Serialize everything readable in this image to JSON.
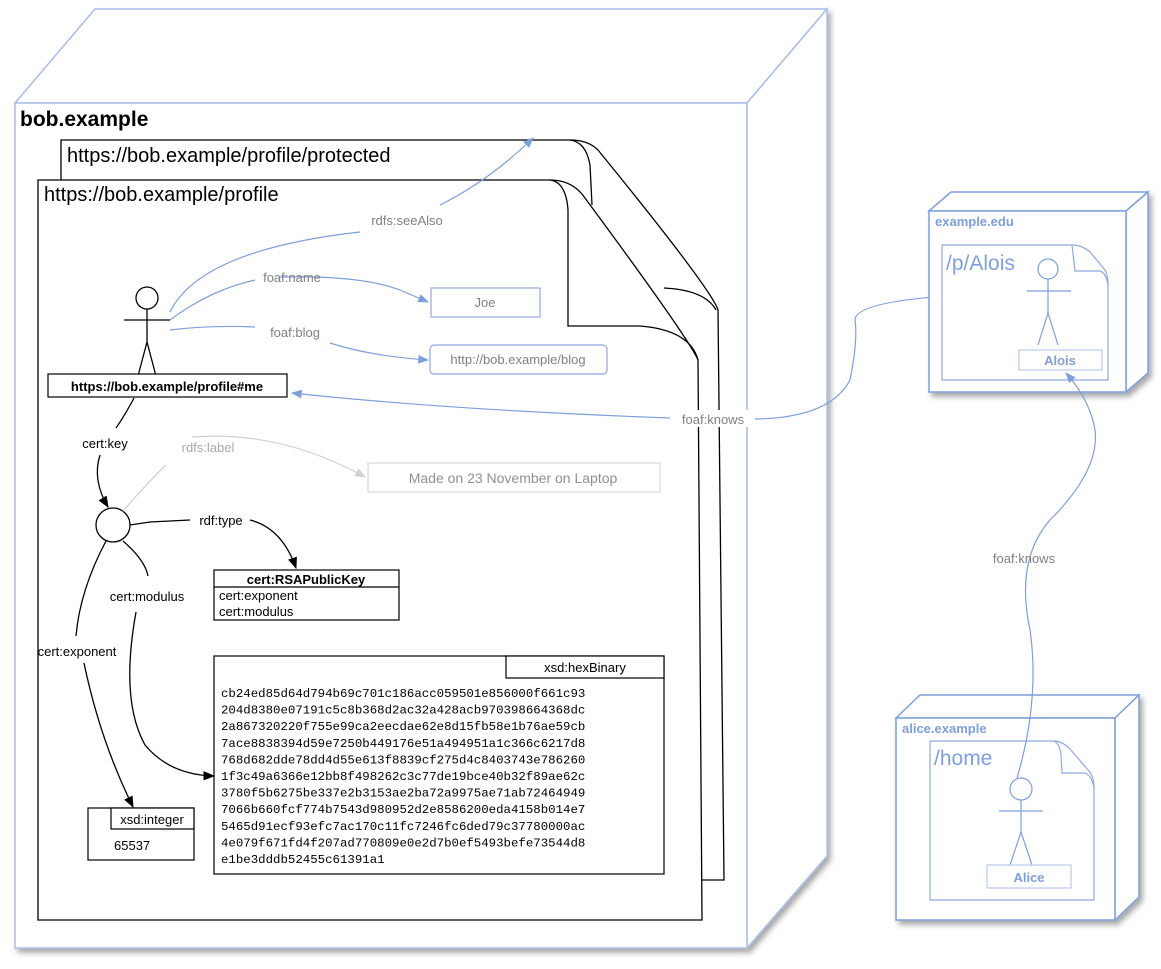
{
  "servers": {
    "bob": {
      "label": "bob.example",
      "documents": {
        "protected": {
          "url": "https://bob.example/profile/protected"
        },
        "profile": {
          "url": "https://bob.example/profile"
        }
      },
      "person": {
        "label": "https://bob.example/profile#me"
      },
      "edges": {
        "see_also": "rdfs:seeAlso",
        "foaf_name": "foaf:name",
        "foaf_blog": "foaf:blog",
        "cert_key": "cert:key",
        "rdfs_label": "rdfs:label",
        "rdf_type": "rdf:type",
        "cert_modulus": "cert:modulus",
        "cert_exponent": "cert:exponent",
        "foaf_knows": "foaf:knows"
      },
      "literals": {
        "name": "Joe",
        "blog": "http://bob.example/blog",
        "key_label": "Made on 23 November on Laptop"
      },
      "rsa_class": {
        "title": "cert:RSAPublicKey",
        "attributes": [
          "cert:exponent",
          "cert:modulus"
        ]
      },
      "modulus": {
        "datatype": "xsd:hexBinary",
        "lines": [
          "cb24ed85d64d794b69c701c186acc059501e856000f661c93",
          "204d8380e07191c5c8b368d2ac32a428acb970398664368dc",
          "2a867320220f755e99ca2eecdae62e8d15fb58e1b76ae59cb",
          "7ace8838394d59e7250b449176e51a494951a1c366c6217d8",
          "768d682dde78dd4d55e613f8839cf275d4c8403743e786260",
          "1f3c49a6366e12bb8f498262c3c77de19bce40b32f89ae62c",
          "3780f5b6275be337e2b3153ae2ba72a9975ae71ab72464949",
          "7066b660fcf774b7543d980952d2e8586200eda4158b014e7",
          "5465d91ecf93efc7ac170c11fc7246fc6ded79c37780000ac",
          "4e079f671fd4f207ad770809e0e2d7b0ef5493befe73544d8",
          "e1be3dddb52455c61391a1"
        ]
      },
      "exponent": {
        "datatype": "xsd:integer",
        "value": "65537"
      }
    },
    "edu": {
      "label": "example.edu",
      "document": "/p/Alois",
      "person": "Alois"
    },
    "alice": {
      "label": "alice.example",
      "document": "/home",
      "person": "Alice",
      "edge": "foaf:knows"
    }
  },
  "colors": {
    "link_blue": "#7f9fd9",
    "server_blue": "#a9bde6",
    "black": "#000000",
    "label_gray": "#808080"
  }
}
